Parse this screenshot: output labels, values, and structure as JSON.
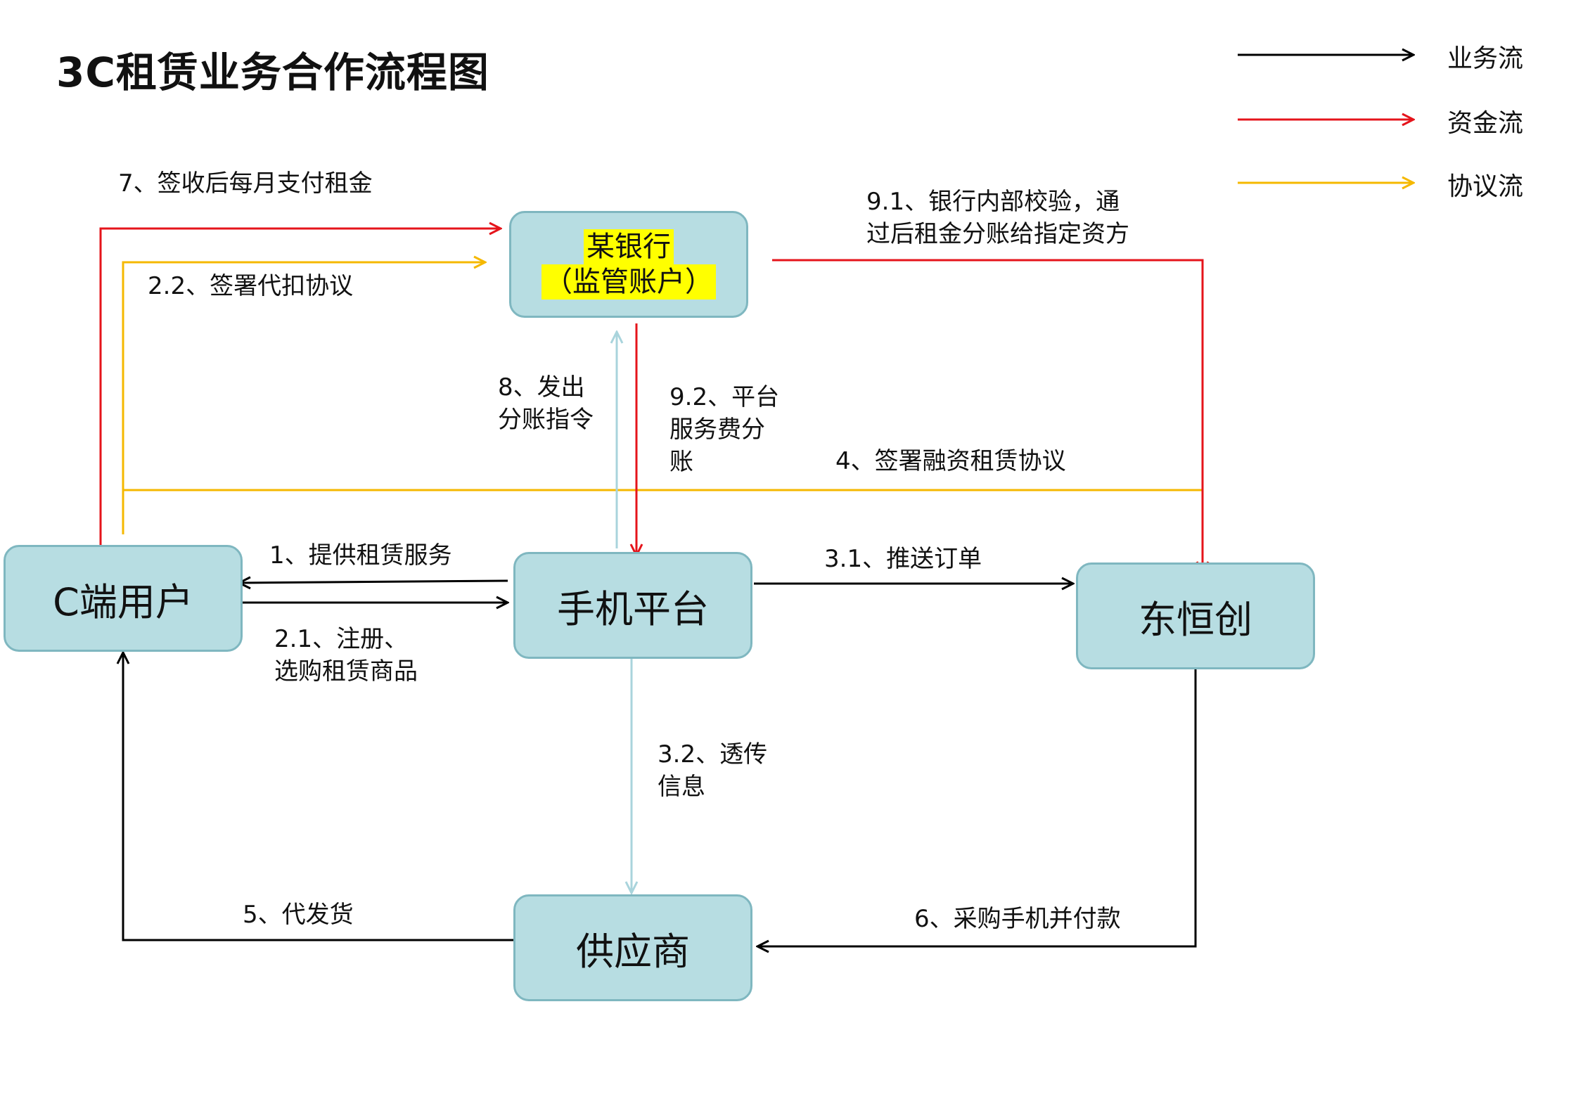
{
  "title": "3C租赁业务合作流程图",
  "legend": [
    {
      "label": "业务流",
      "color": "#000000"
    },
    {
      "label": "资金流",
      "color": "#e5141b"
    },
    {
      "label": "协议流",
      "color": "#f5b800"
    }
  ],
  "nodes": {
    "bank_line1": "某银行",
    "bank_line2": "（监管账户）",
    "user": "C端用户",
    "platform": "手机平台",
    "dhc": "东恒创",
    "supplier": "供应商"
  },
  "labels": {
    "s7": "7、签收后每月支付租金",
    "s22": "2.2、签署代扣协议",
    "s91": "9.1、银行内部校验，通\n过后租金分账给指定资方",
    "s8": "8、发出\n分账指令",
    "s92": "9.2、平台\n服务费分\n账",
    "s4": "4、签署融资租赁协议",
    "s1": "1、提供租赁服务",
    "s21": "2.1、注册、\n选购租赁商品",
    "s31": "3.1、推送订单",
    "s32": "3.2、透传\n信息",
    "s5": "5、代发货",
    "s6": "6、采购手机并付款"
  },
  "colors": {
    "business": "#000000",
    "fund": "#e5141b",
    "agreement": "#f5b800",
    "info": "#a9d4dc",
    "node_fill": "#b7dde2",
    "node_border": "#7fb7c0",
    "highlight": "#ffff00"
  }
}
